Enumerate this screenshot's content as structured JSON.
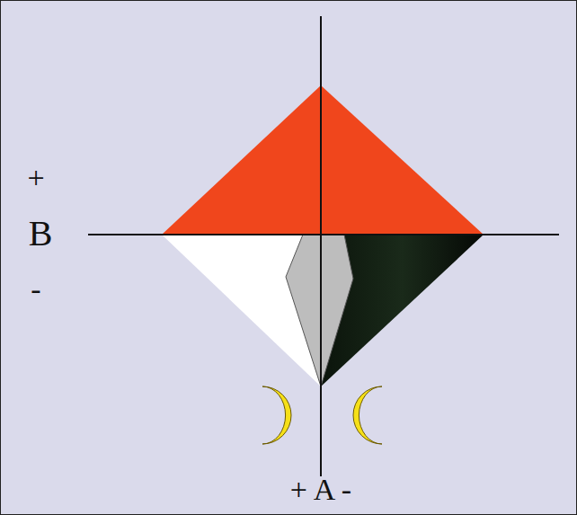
{
  "diagram": {
    "labels": [
      "+",
      "B",
      "-",
      "+ A -"
    ]
  }
}
